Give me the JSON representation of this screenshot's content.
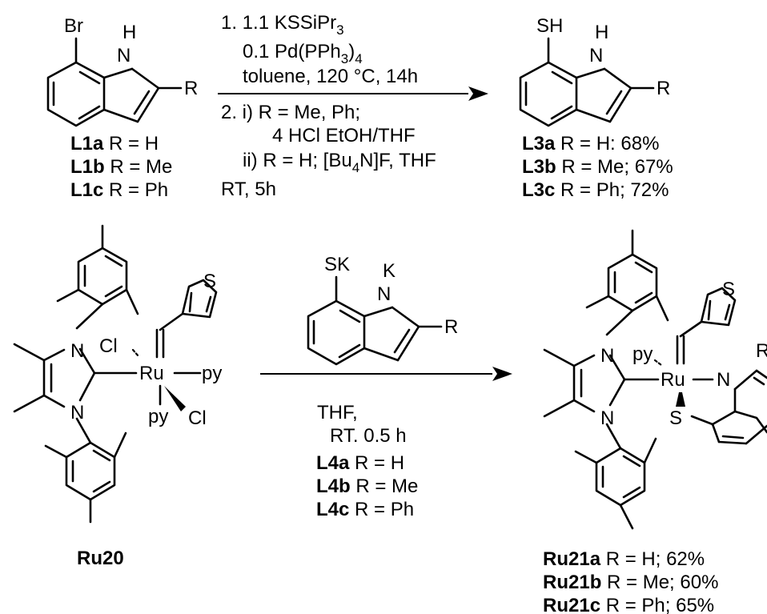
{
  "labels": {
    "br": "Br",
    "sh": "SH",
    "sk": "SK",
    "nh": "H",
    "k": "K",
    "n": "N",
    "r": "R",
    "s": "S",
    "cl": "Cl",
    "ru": "Ru",
    "py": "py",
    "ru20": "Ru20"
  },
  "step1_conditions": {
    "line1": "1. 1.1 KSSiPr",
    "line1_sub": "3",
    "line2": "0.1 Pd(PPh",
    "line2_sub": "3",
    "line2_end": ")",
    "line2_sub2": "4",
    "line3": "toluene, 120 °C, 14h",
    "line4": "2. i)  R = Me, Ph;",
    "line5": "4 HCl EtOH/THF",
    "line6a": "ii) R = H; [Bu",
    "line6_sub": "4",
    "line6b": "N]F, THF",
    "line7": "RT, 5h"
  },
  "step2_conditions": {
    "line1": "THF,",
    "line2": "RT. 0.5 h"
  },
  "compounds": {
    "L1": [
      {
        "id": "L1a",
        "rest": " R = H"
      },
      {
        "id": "L1b",
        "rest": " R = Me"
      },
      {
        "id": "L1c",
        "rest": " R = Ph"
      }
    ],
    "L3": [
      {
        "id": "L3a",
        "rest": " R = H: 68%"
      },
      {
        "id": "L3b",
        "rest": " R = Me; 67%"
      },
      {
        "id": "L3c",
        "rest": " R = Ph; 72%"
      }
    ],
    "L4": [
      {
        "id": "L4a",
        "rest": " R = H"
      },
      {
        "id": "L4b",
        "rest": " R = Me"
      },
      {
        "id": "L4c",
        "rest": " R = Ph"
      }
    ],
    "Ru21": [
      {
        "id": "Ru21a",
        "rest": " R = H; 62%"
      },
      {
        "id": "Ru21b",
        "rest": " R = Me; 60%"
      },
      {
        "id": "Ru21c",
        "rest": " R = Ph; 65%"
      }
    ]
  }
}
